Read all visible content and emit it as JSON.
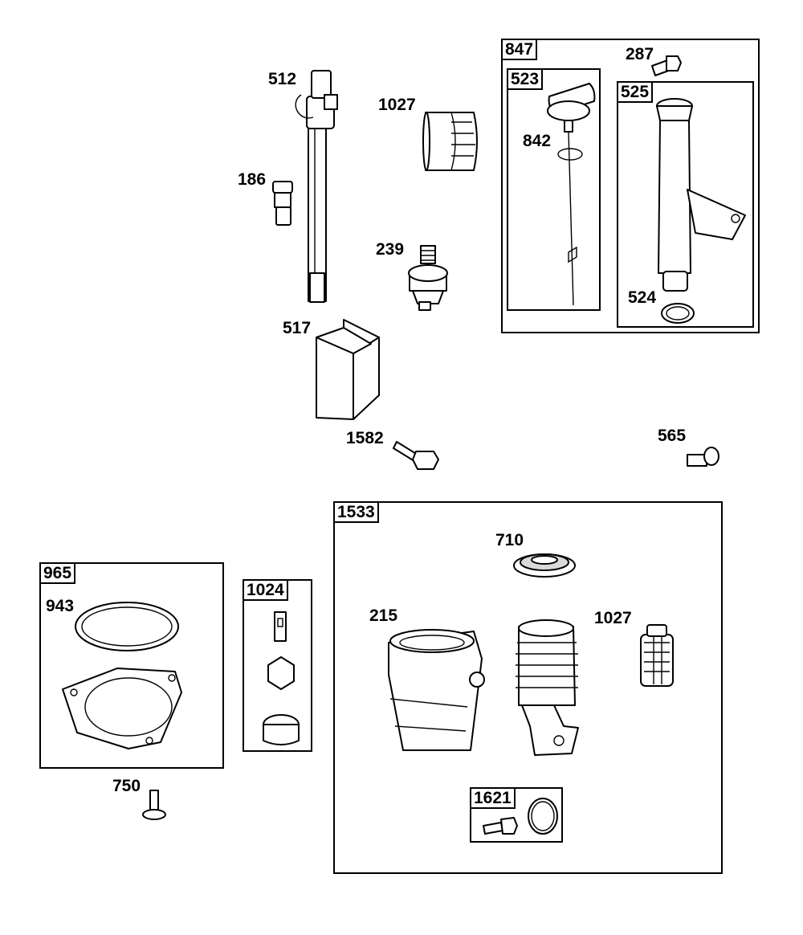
{
  "boxes": {
    "b847": "847",
    "b523": "523",
    "b525": "525",
    "b1533": "1533",
    "b965": "965",
    "b1024": "1024",
    "b1621": "1621"
  },
  "labels": {
    "l512": "512",
    "l1027a": "1027",
    "l186": "186",
    "l239": "239",
    "l517": "517",
    "l1582": "1582",
    "l287": "287",
    "l842": "842",
    "l524": "524",
    "l565": "565",
    "l710": "710",
    "l215": "215",
    "l1027b": "1027",
    "l943": "943",
    "l750": "750"
  }
}
